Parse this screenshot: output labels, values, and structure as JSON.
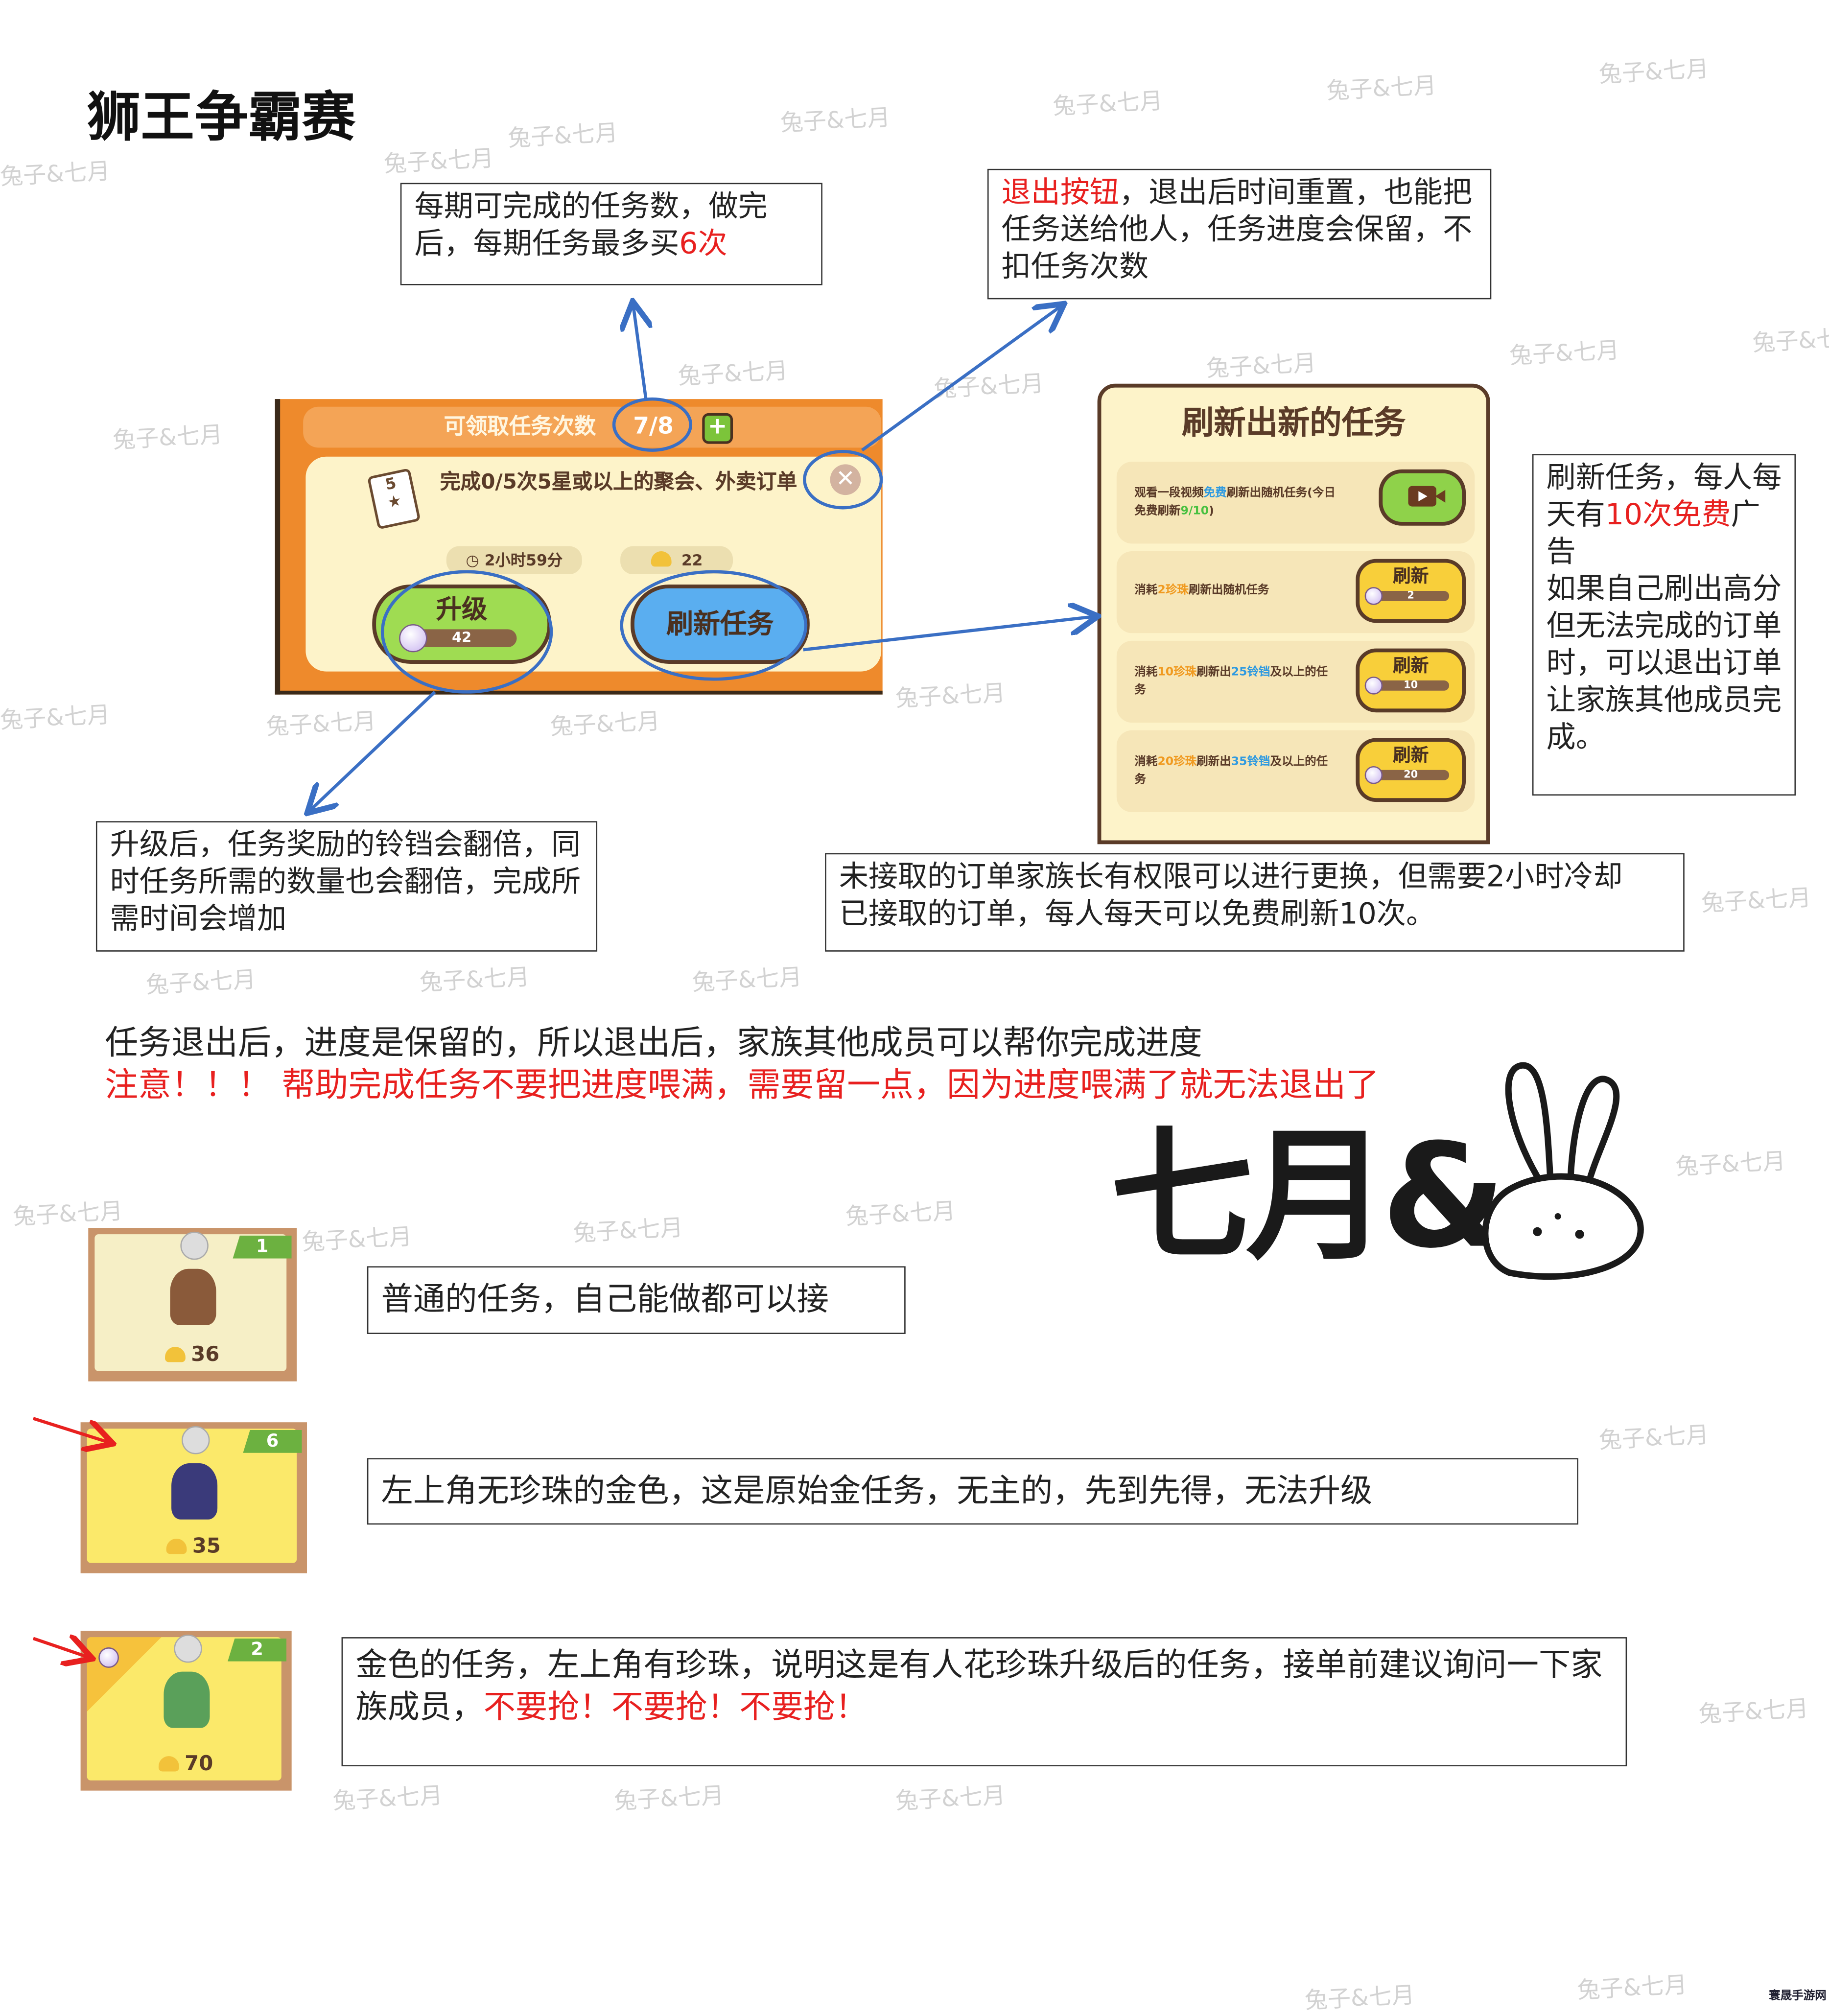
{
  "title": "狮王争霸赛",
  "watermark": "兔子&七月",
  "notes": {
    "buy_count": {
      "text": "每期可完成的任务数，做完后，每期任务最多买",
      "highlight": "6次"
    },
    "exit": {
      "highlight": "退出按钮",
      "text": "，退出后时间重置，也能把任务送给他人，任务进度会保留，不扣任务次数"
    },
    "refresh": {
      "text1": "刷新任务，每人每天有",
      "highlight": "10次免费",
      "text2": "广告",
      "text3": "如果自己刷出高分但无法完成的订单时，可以退出订单让家族其他成员完成。"
    },
    "upgrade": "升级后，任务奖励的铃铛会翻倍，同时任务所需的数量也会翻倍，完成所需时间会增加",
    "replace": {
      "line1": "未接取的订单家族长有权限可以进行更换，但需要2小时冷却",
      "line2": "已接取的订单，每人每天可以免费刷新10次。"
    },
    "progress_line": "任务退出后，进度是保留的，所以退出后，家族其他成员可以帮你完成进度",
    "warning_line": "注意！！！ 帮助完成任务不要把进度喂满，需要留一点，因为进度喂满了就无法退出了",
    "normal_task": "普通的任务，自己能做都可以接",
    "original_gold": "左上角无珍珠的金色，这是原始金任务，无主的，先到先得，无法升级",
    "upgraded_gold": {
      "text": "金色的任务，左上角有珍珠，说明这是有人花珍珠升级后的任务，接单前建议询问一下家族成员，",
      "highlight": "不要抢！不要抢！不要抢！"
    }
  },
  "task_panel": {
    "header": "可领取任务次数",
    "count": "7/8",
    "plus_icon": "plus-icon",
    "task_badge": "5",
    "task_text": "完成0/5次5星或以上的聚会、外卖订单",
    "time": "2小时59分",
    "bells": "22",
    "upgrade_label": "升级",
    "upgrade_cost": "42",
    "refresh_label": "刷新任务"
  },
  "refresh_panel": {
    "title": "刷新出新的任务",
    "options": [
      {
        "parts": [
          "观看一段视频",
          "免费",
          "刷新出随机任务(今日免费刷新",
          "9/10",
          ")"
        ],
        "button": "video"
      },
      {
        "parts": [
          "消耗",
          "2珍珠",
          "刷新出随机任务"
        ],
        "button_label": "刷新",
        "cost": "2"
      },
      {
        "parts": [
          "消耗",
          "10珍珠",
          "刷新出",
          "25铃铛",
          "及以上的任务"
        ],
        "button_label": "刷新",
        "cost": "10"
      },
      {
        "parts": [
          "消耗",
          "20珍珠",
          "刷新出",
          "35铃铛",
          "及以上的任务"
        ],
        "button_label": "刷新",
        "cost": "20"
      }
    ]
  },
  "cards": [
    {
      "level": "1",
      "bells": "36",
      "style": "normal",
      "pearl": false
    },
    {
      "level": "6",
      "bells": "35",
      "style": "gold",
      "pearl": false
    },
    {
      "level": "2",
      "bells": "70",
      "style": "gold",
      "pearl": true
    }
  ],
  "logo_text": "七月&",
  "brand": "寰晟手游网",
  "colors": {
    "annotation_blue": "#3a6fc4",
    "highlight_red": "#e8201f",
    "panel_orange": "#ee8a2c",
    "card_gold": "#fbe96a",
    "card_normal": "#f6efc6"
  }
}
